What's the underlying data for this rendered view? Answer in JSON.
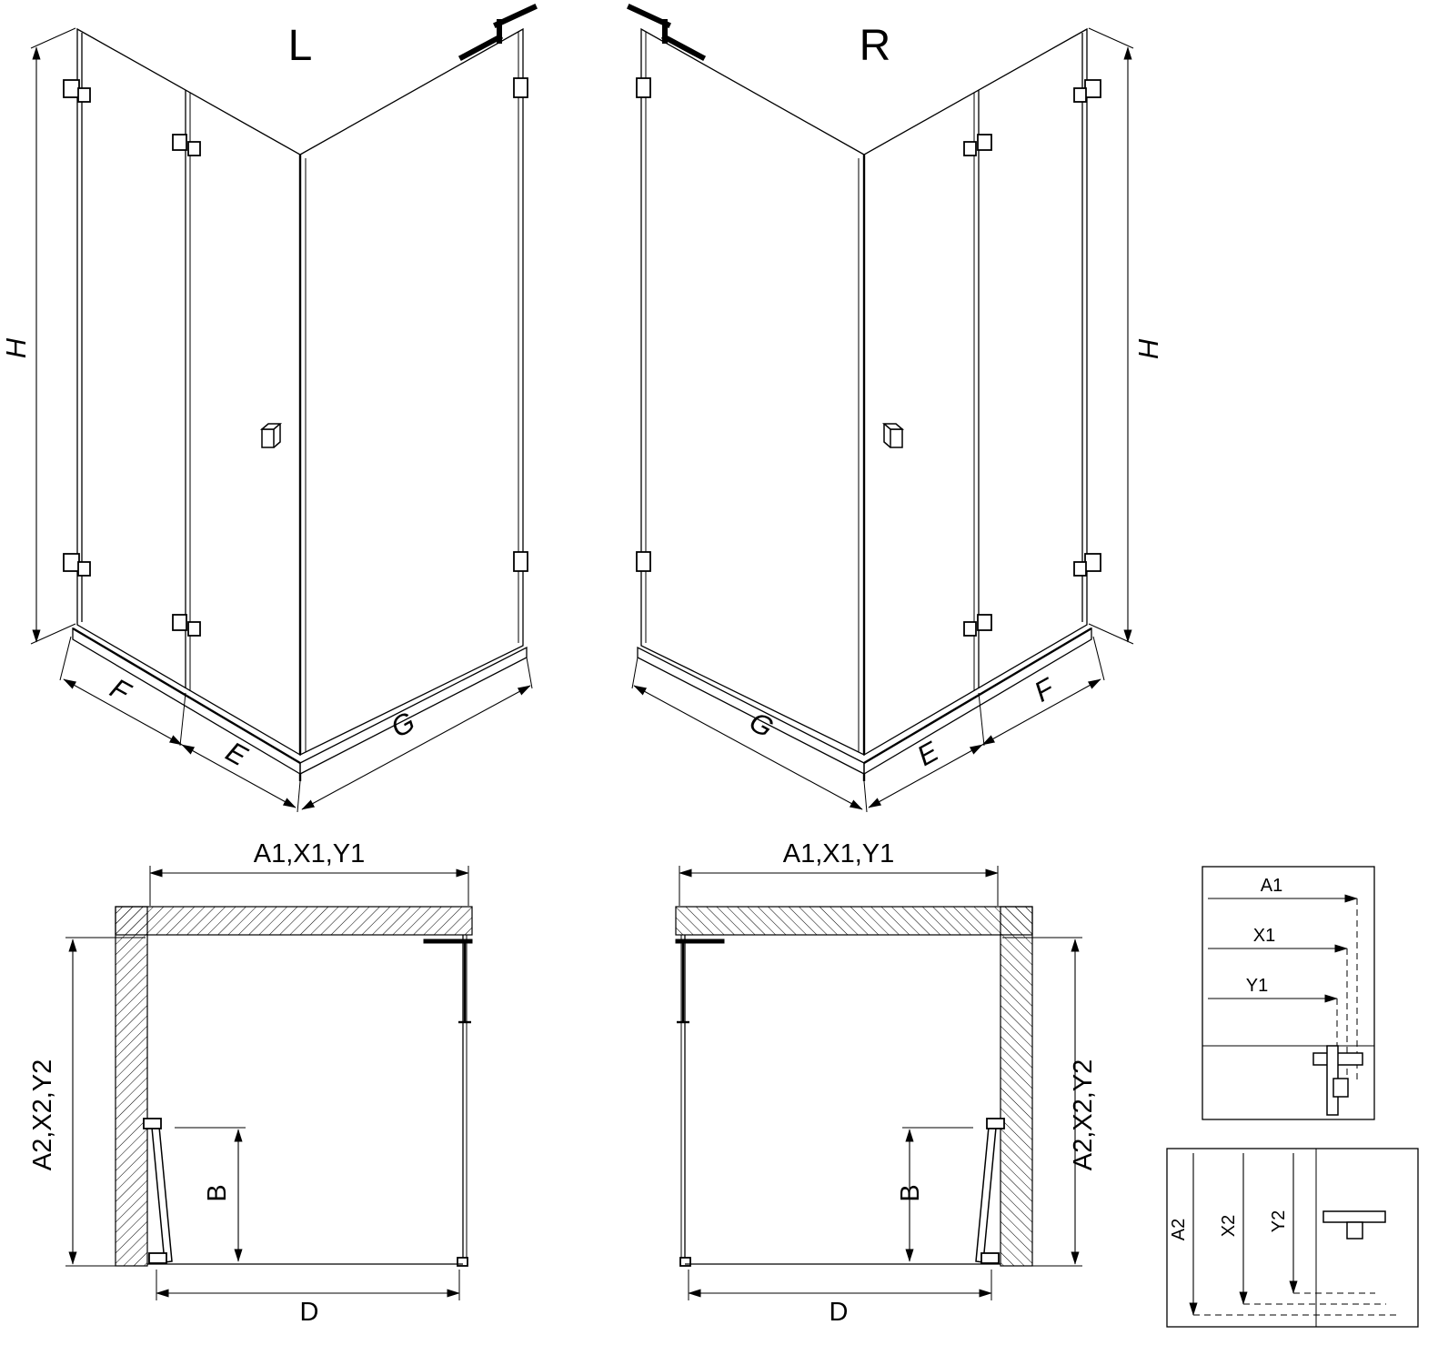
{
  "page": {
    "background": "#ffffff",
    "line_color": "#000000"
  },
  "iso_views": {
    "left": {
      "title": "L",
      "height_label": "H",
      "bottom_labels": {
        "f": "F",
        "e": "E",
        "g": "G"
      }
    },
    "right": {
      "title": "R",
      "height_label": "H",
      "bottom_labels": {
        "f": "F",
        "e": "E",
        "g": "G"
      }
    }
  },
  "plan_views": {
    "left": {
      "width_label": "A1,X1,Y1",
      "depth_label": "A2,X2,Y2",
      "door_label": "B",
      "bottom_label": "D"
    },
    "right": {
      "width_label": "A1,X1,Y1",
      "depth_label": "A2,X2,Y2",
      "door_label": "B",
      "bottom_label": "D"
    }
  },
  "detail_views": {
    "widths": {
      "labels": [
        "A1",
        "X1",
        "Y1"
      ]
    },
    "depths": {
      "labels": [
        "A2",
        "X2",
        "Y2"
      ]
    }
  }
}
